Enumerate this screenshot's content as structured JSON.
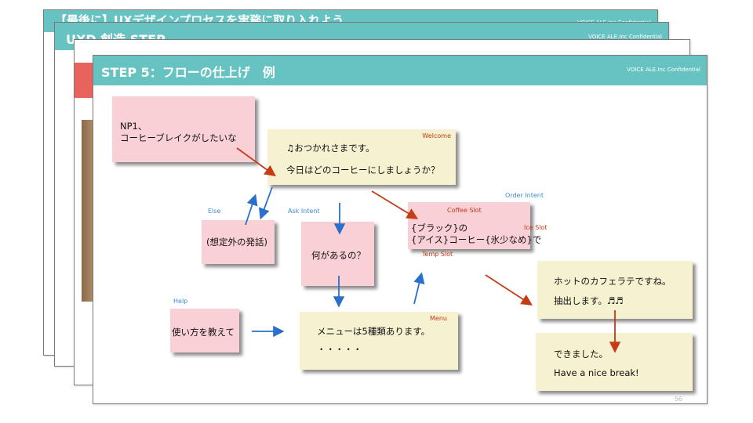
{
  "back_slide_1": {
    "title": "【最後に】UXデザインプロセスを実務に取り入れよう",
    "confidential": "VOICE ALE.Inc Confidential"
  },
  "back_slide_2": {
    "title": "UXD 創造 STEP",
    "confidential": "VOICE ALE.Inc Confidential"
  },
  "slide": {
    "title": "STEP 5：フローの仕上げ　例",
    "confidential": "VOICE ALE.Inc Confidential",
    "page_number": "56"
  },
  "colors": {
    "header": "#66c3c2",
    "pink_note": "#f9d0d5",
    "cream_note": "#f5f1d1",
    "blue_arrow": "#2a6fc9",
    "red_arrow": "#c43b16",
    "blue_label": "#3b8bd6",
    "red_label": "#c43b16"
  },
  "nodes": {
    "user": {
      "line1": "NP1、",
      "line2": "コーヒーブレイクがしたいな"
    },
    "welcome": {
      "tag": "Welcome",
      "line1": "♫おつかれさまです。",
      "line2": "今日はどのコーヒーにしましょうか？"
    },
    "else": {
      "tag": "Else",
      "text": "(想定外の発話)"
    },
    "ask": {
      "tag": "Ask Intent",
      "text": "何があるの？"
    },
    "order": {
      "tag": "Order Intent",
      "coffee_slot": "Coffee Slot",
      "ice_slot": "Ice Slot",
      "temp_slot": "Temp Slot",
      "line1": "{ブラック}の",
      "line2": "{アイス}コーヒー{氷少なめ}で"
    },
    "hot": {
      "line1": "ホットのカフェラテですね。",
      "line2": "抽出します。♬♬"
    },
    "done": {
      "line1": "できました。",
      "line2": "Have a nice break!"
    },
    "help": {
      "tag": "Help",
      "text": "使い方を教えて"
    },
    "menu": {
      "tag": "Menu",
      "line1": "メニューは5種類あります。",
      "line2": "・・・・・"
    }
  },
  "arrow_color_names": [
    "red",
    "blue"
  ]
}
